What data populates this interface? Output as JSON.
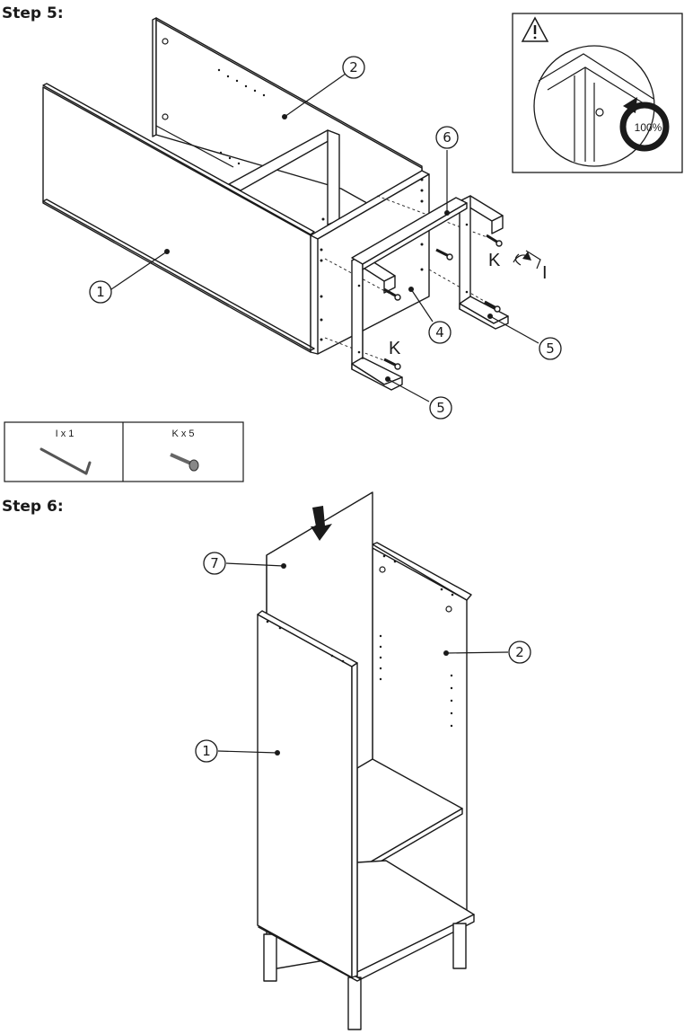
{
  "step5": {
    "title": "Step 5:",
    "callouts": [
      "1",
      "2",
      "4",
      "5",
      "5",
      "6"
    ],
    "labels": {
      "screw": "K",
      "screw2": "K",
      "key": "I"
    },
    "warning": {
      "percent": "100%",
      "icon": "warning-triangle-icon"
    },
    "parts_box": {
      "items": [
        {
          "label": "I x 1",
          "icon": "allen-key-icon"
        },
        {
          "label": "K x 5",
          "icon": "screw-icon"
        }
      ]
    }
  },
  "step6": {
    "title": "Step 6:",
    "callouts": [
      "7",
      "2",
      "1"
    ],
    "icon": "down-arrow-icon"
  }
}
